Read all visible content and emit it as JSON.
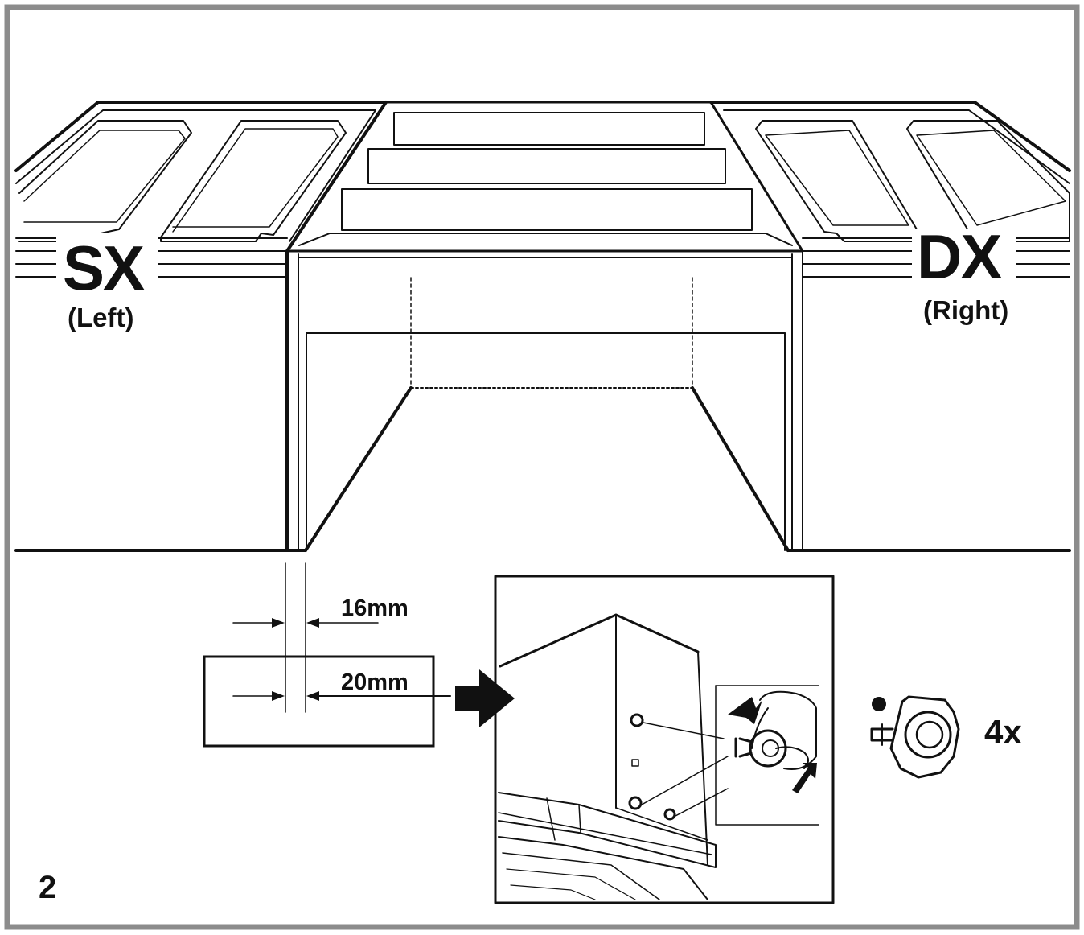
{
  "labels": {
    "left_code": "SX",
    "left_name": "(Left)",
    "right_code": "DX",
    "right_name": "(Right)"
  },
  "dimensions": {
    "inner": "16mm",
    "outer": "20mm"
  },
  "quantity": "4x",
  "step": "2",
  "colors": {
    "frame": "#8c8c8c",
    "ink": "#111111",
    "background": "#ffffff"
  },
  "icons": [
    "arrow-right-icon",
    "mounting-bracket-icon",
    "bullet-dot-icon",
    "rotate-arrow-icon"
  ]
}
